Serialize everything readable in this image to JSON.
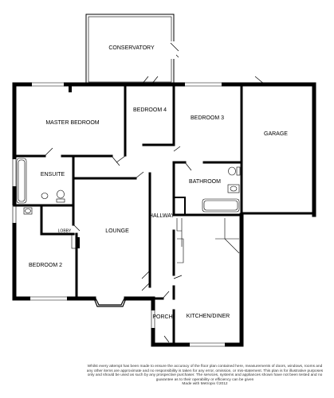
{
  "rooms": {
    "conservatory": "CONSERVATORY",
    "master_bedroom": "MASTER BEDROOM",
    "bedroom4": "BEDROOM 4",
    "bedroom3": "BEDROOM 3",
    "garage": "GARAGE",
    "ensuite": "ENSUITE",
    "bathroom": "BATHROOM",
    "lounge": "LOUNGE",
    "hallway": "HALLWAY",
    "lobby": "LOBBY",
    "bedroom2": "BEDROOM 2",
    "porch": "PORCH",
    "kitchen_diner": "KITCHEN/DINER"
  },
  "disclaimer": {
    "text": "Whilst every attempt has been made to ensure the accuracy of the floor plan contained here, measurements of doors, windows, rooms and any other items are approximate and no responsibility is taken for any error, omission, or mis-statement. This plan is for illustrative purposes only and should be used as such by any prospective purchaser. The services, systems and appliances shown have not been tested and no guarantee as to their operability or efficiency can be given",
    "credit": "Made with Metropix ©2012"
  }
}
